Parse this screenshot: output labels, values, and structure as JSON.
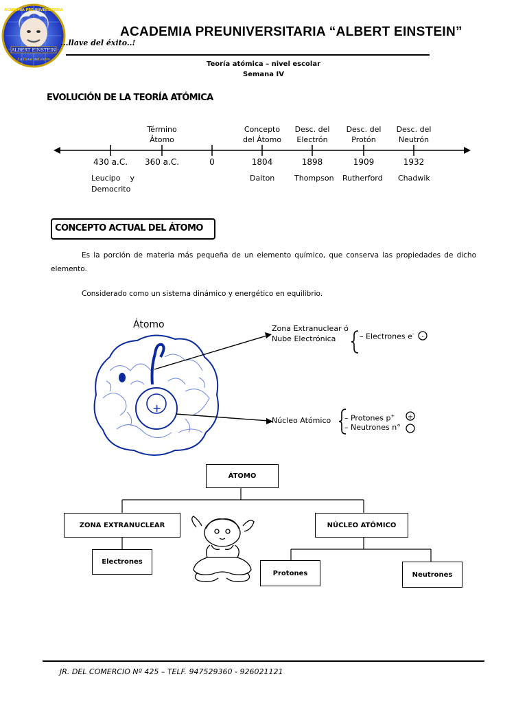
{
  "header": {
    "title": "ACADEMIA PREUNIVERSITARIA “ALBERT EINSTEIN”",
    "motto": "...llave del éxito..!",
    "logo_text_top": "ACADEMIA PREUNIVERSITARIA",
    "logo_text_name": "ALBERT EINSTEIN",
    "logo_text_bottom": "La llave del éxito",
    "subtitle_1": "Teoría atómica – nivel escolar",
    "subtitle_2": "Semana IV"
  },
  "section_evolution": {
    "heading": "EVOLUCIÓN DE LA TEORÍA ATÓMICA",
    "events": [
      {
        "year": "430 a.C.",
        "label": "",
        "name": "Leucipo    y\nDemocrito"
      },
      {
        "year": "360 a.C.",
        "label": "Término\nÁtomo",
        "name": ""
      },
      {
        "year": "0",
        "label": "",
        "name": ""
      },
      {
        "year": "1804",
        "label": "Concepto\ndel Átomo",
        "name": "Dalton"
      },
      {
        "year": "1898",
        "label": "Desc. del\nElectrón",
        "name": "Thompson"
      },
      {
        "year": "1909",
        "label": "Desc. del\nProtón",
        "name": "Rutherford"
      },
      {
        "year": "1932",
        "label": "Desc. del\nNeutrón",
        "name": "Chadwik"
      }
    ]
  },
  "section_concept": {
    "heading": "CONCEPTO ACTUAL DEL ÁTOMO",
    "paragraph_1": "Es la porción de materia más pequeña de un elemento químico, que conserva las propiedades de dicho elemento.",
    "paragraph_2": "Considerado como un sistema dinámico y energético en equilibrio."
  },
  "atom_diagram": {
    "atom_label": "Átomo",
    "zone_label_1": "Zona Extranuclear ó",
    "zone_label_2": "Nube Electrónica",
    "electrons": "– Electrones e",
    "electrons_sup": "-",
    "electron_sign": "-",
    "nucleus_label": "Núcleo Atómico",
    "protons": "– Protones p",
    "protons_sup": "+",
    "proton_sign": "+",
    "neutrons": "– Neutrones n°",
    "nucleus_sign": "+"
  },
  "tree": {
    "root": "ÁTOMO",
    "left": "ZONA EXTRANUCLEAR",
    "right": "NÚCLEO ATÓMICO",
    "left_child": "Electrones",
    "right_child_1": "Protones",
    "right_child_2": "Neutrones"
  },
  "footer": {
    "text": "JR. DEL COMERCIO Nº 425 – TELF. 947529360 - 926021121"
  }
}
